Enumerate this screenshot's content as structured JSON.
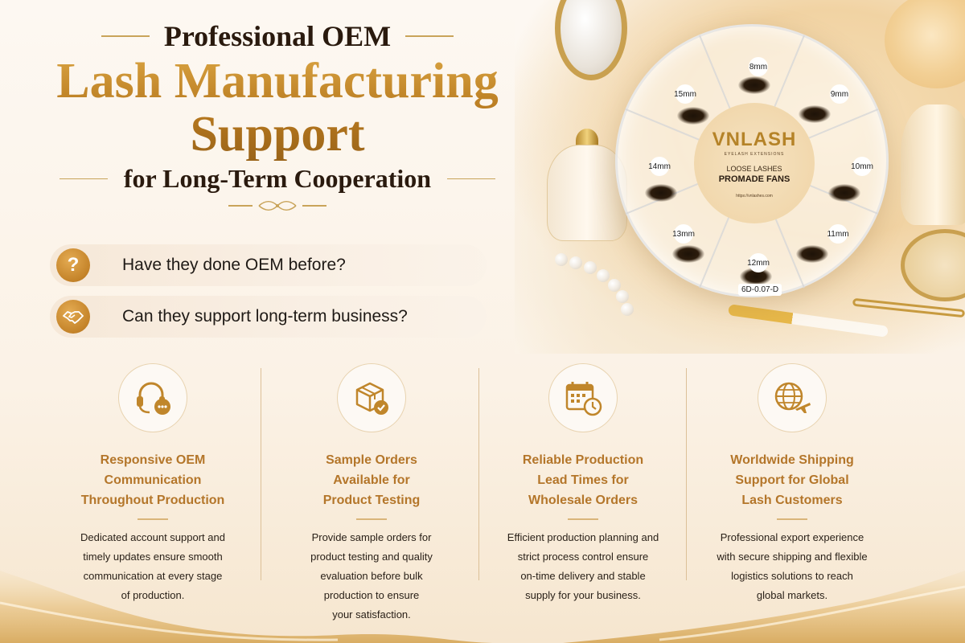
{
  "header": {
    "title_top": "Professional OEM",
    "title_main_line1": "Lash Manufacturing",
    "title_main_line2": "Support",
    "title_bottom": "for Long-Term Cooperation"
  },
  "questions": [
    {
      "icon": "question-icon",
      "text": "Have they done OEM before?"
    },
    {
      "icon": "handshake-icon",
      "text": "Can they support long-term business?"
    }
  ],
  "product": {
    "brand": "VNLASH",
    "brand_sub": "EYELASH EXTENSIONS",
    "line1": "LOOSE LASHES",
    "line2": "PROMADE FANS",
    "url": "https://vnlashes.com",
    "tray_labels": [
      "8mm",
      "9mm",
      "10mm",
      "11mm",
      "12mm",
      "13mm",
      "14mm",
      "15mm"
    ],
    "spec_label": "6D-0.07-D"
  },
  "features": [
    {
      "icon": "headset-chat-icon",
      "title": [
        "Responsive OEM",
        "Communication",
        "Throughout Production"
      ],
      "desc": [
        "Dedicated account support and",
        "timely updates ensure smooth",
        "communication at every stage",
        "of production."
      ]
    },
    {
      "icon": "box-check-icon",
      "title": [
        "Sample Orders",
        "Available for",
        "Product Testing"
      ],
      "desc": [
        "Provide sample orders for",
        "product testing and quality",
        "evaluation before bulk",
        "production to ensure",
        "your satisfaction."
      ]
    },
    {
      "icon": "calendar-clock-icon",
      "title": [
        "Reliable Production",
        "Lead Times for",
        "Wholesale Orders"
      ],
      "desc": [
        "Efficient production planning and",
        "strict process control ensure",
        "on-time delivery and stable",
        "supply for your business."
      ]
    },
    {
      "icon": "globe-plane-icon",
      "title": [
        "Worldwide Shipping",
        "Support for Global",
        "Lash Customers"
      ],
      "desc": [
        "Professional export experience",
        "with secure shipping and flexible",
        "logistics solutions to reach",
        "global markets."
      ]
    }
  ],
  "colors": {
    "gold": "#c0862b",
    "gold_dark": "#9a6318",
    "text_dark": "#2a1a0e",
    "pill_bg": "#f6e8d8",
    "cream": "#fdf8f2"
  }
}
